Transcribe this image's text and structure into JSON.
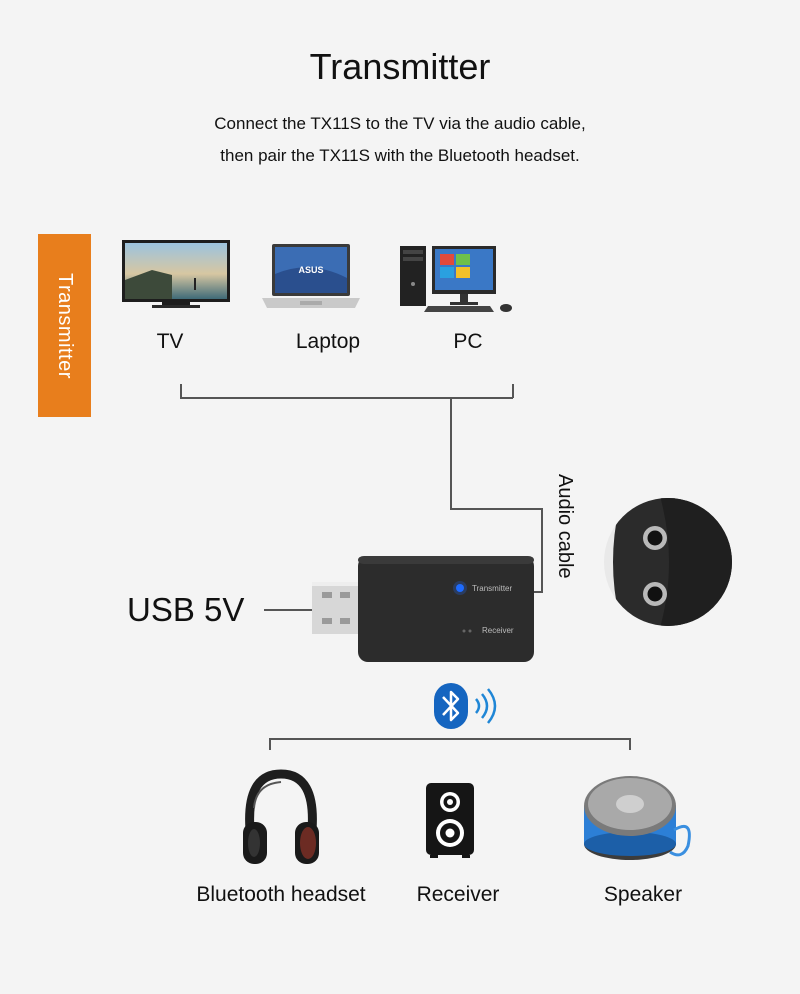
{
  "header": {
    "title": "Transmitter",
    "line1": "Connect the TX11S to the TV via the audio cable,",
    "line2": "then pair the TX11S with the Bluetooth headset."
  },
  "side_tab": {
    "label": "Transmitter"
  },
  "sources": [
    {
      "label": "TV",
      "icon": "tv-icon"
    },
    {
      "label": "Laptop",
      "icon": "laptop-icon",
      "brand": "ASUS"
    },
    {
      "label": "PC",
      "icon": "pc-icon"
    }
  ],
  "device": {
    "usb_label": "USB 5V",
    "audio_label": "Audio cable",
    "transmitter_text": "Transmitter",
    "receiver_text": "Receiver"
  },
  "outputs": [
    {
      "label": "Bluetooth headset",
      "icon": "headphones-icon"
    },
    {
      "label": "Receiver",
      "icon": "receiver-speaker-icon"
    },
    {
      "label": "Speaker",
      "icon": "speaker-icon"
    }
  ],
  "colors": {
    "accent": "#e87e1c",
    "bluetooth": "#1565c0",
    "background": "#f4f4f4"
  }
}
